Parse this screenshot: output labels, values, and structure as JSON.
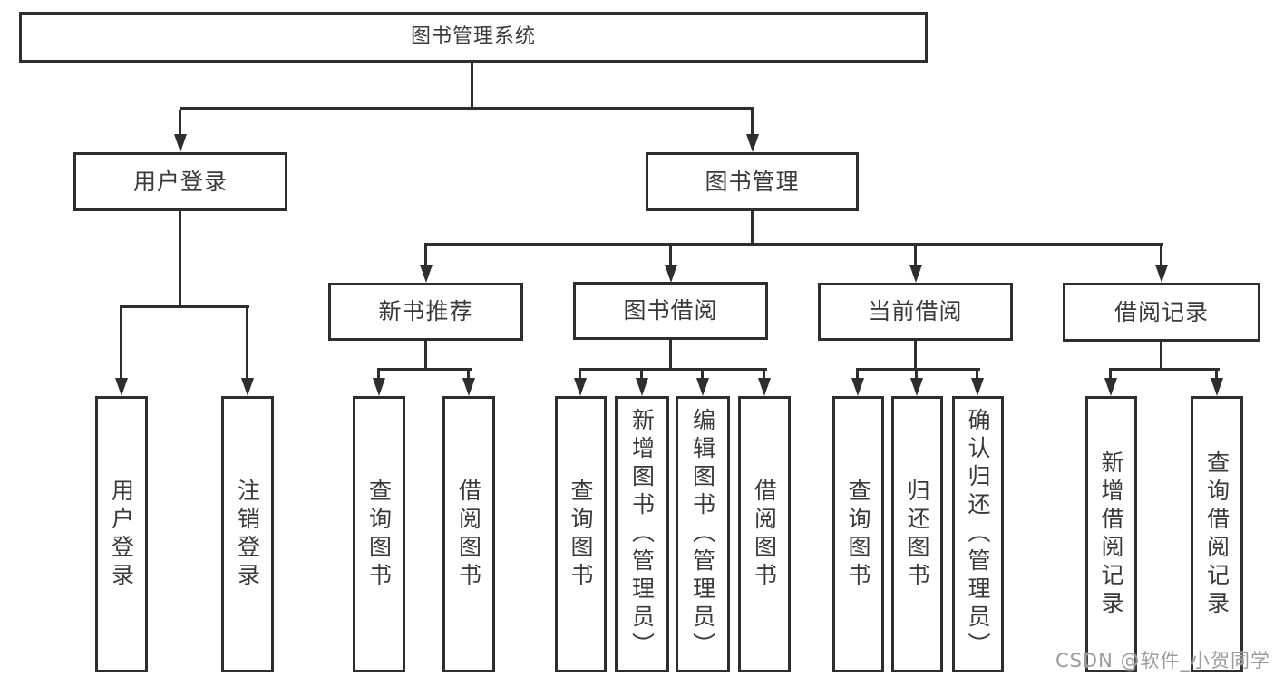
{
  "title": "图书管理系统",
  "colors": {
    "ink": "#2e2e2e",
    "box_fill": "#ffffff",
    "text": "#3a3a3a",
    "watermark": "#9b9b9b",
    "background": "#ffffff"
  },
  "nodes": {
    "root": "图书管理系统",
    "user_login": "用户登录",
    "book_mgmt": "图书管理",
    "new_book_rec": "新书推荐",
    "book_borrow": "图书借阅",
    "current_borrow": "当前借阅",
    "borrow_records": "借阅记录",
    "leaf_user_login": "用户登录",
    "leaf_logout": "注销登录",
    "leaf_rec_query": "查询图书",
    "leaf_rec_borrow": "借阅图书",
    "leaf_bb_query": "查询图书",
    "leaf_bb_add": "新增图书（管理员）",
    "leaf_bb_edit": "编辑图书（管理员）",
    "leaf_bb_borrow": "借阅图书",
    "leaf_cb_query": "查询图书",
    "leaf_cb_return": "归还图书",
    "leaf_cb_confirm": "确认归还（管理员）",
    "leaf_br_add": "新增借阅记录",
    "leaf_br_query": "查询借阅记录"
  },
  "hierarchy": {
    "图书管理系统": {
      "用户登录": [
        "用户登录",
        "注销登录"
      ],
      "图书管理": {
        "新书推荐": [
          "查询图书",
          "借阅图书"
        ],
        "图书借阅": [
          "查询图书",
          "新增图书（管理员）",
          "编辑图书（管理员）",
          "借阅图书"
        ],
        "当前借阅": [
          "查询图书",
          "归还图书",
          "确认归还（管理员）"
        ],
        "借阅记录": [
          "新增借阅记录",
          "查询借阅记录"
        ]
      }
    }
  },
  "watermark": {
    "text": "CSDN @软件_小贺同学"
  }
}
